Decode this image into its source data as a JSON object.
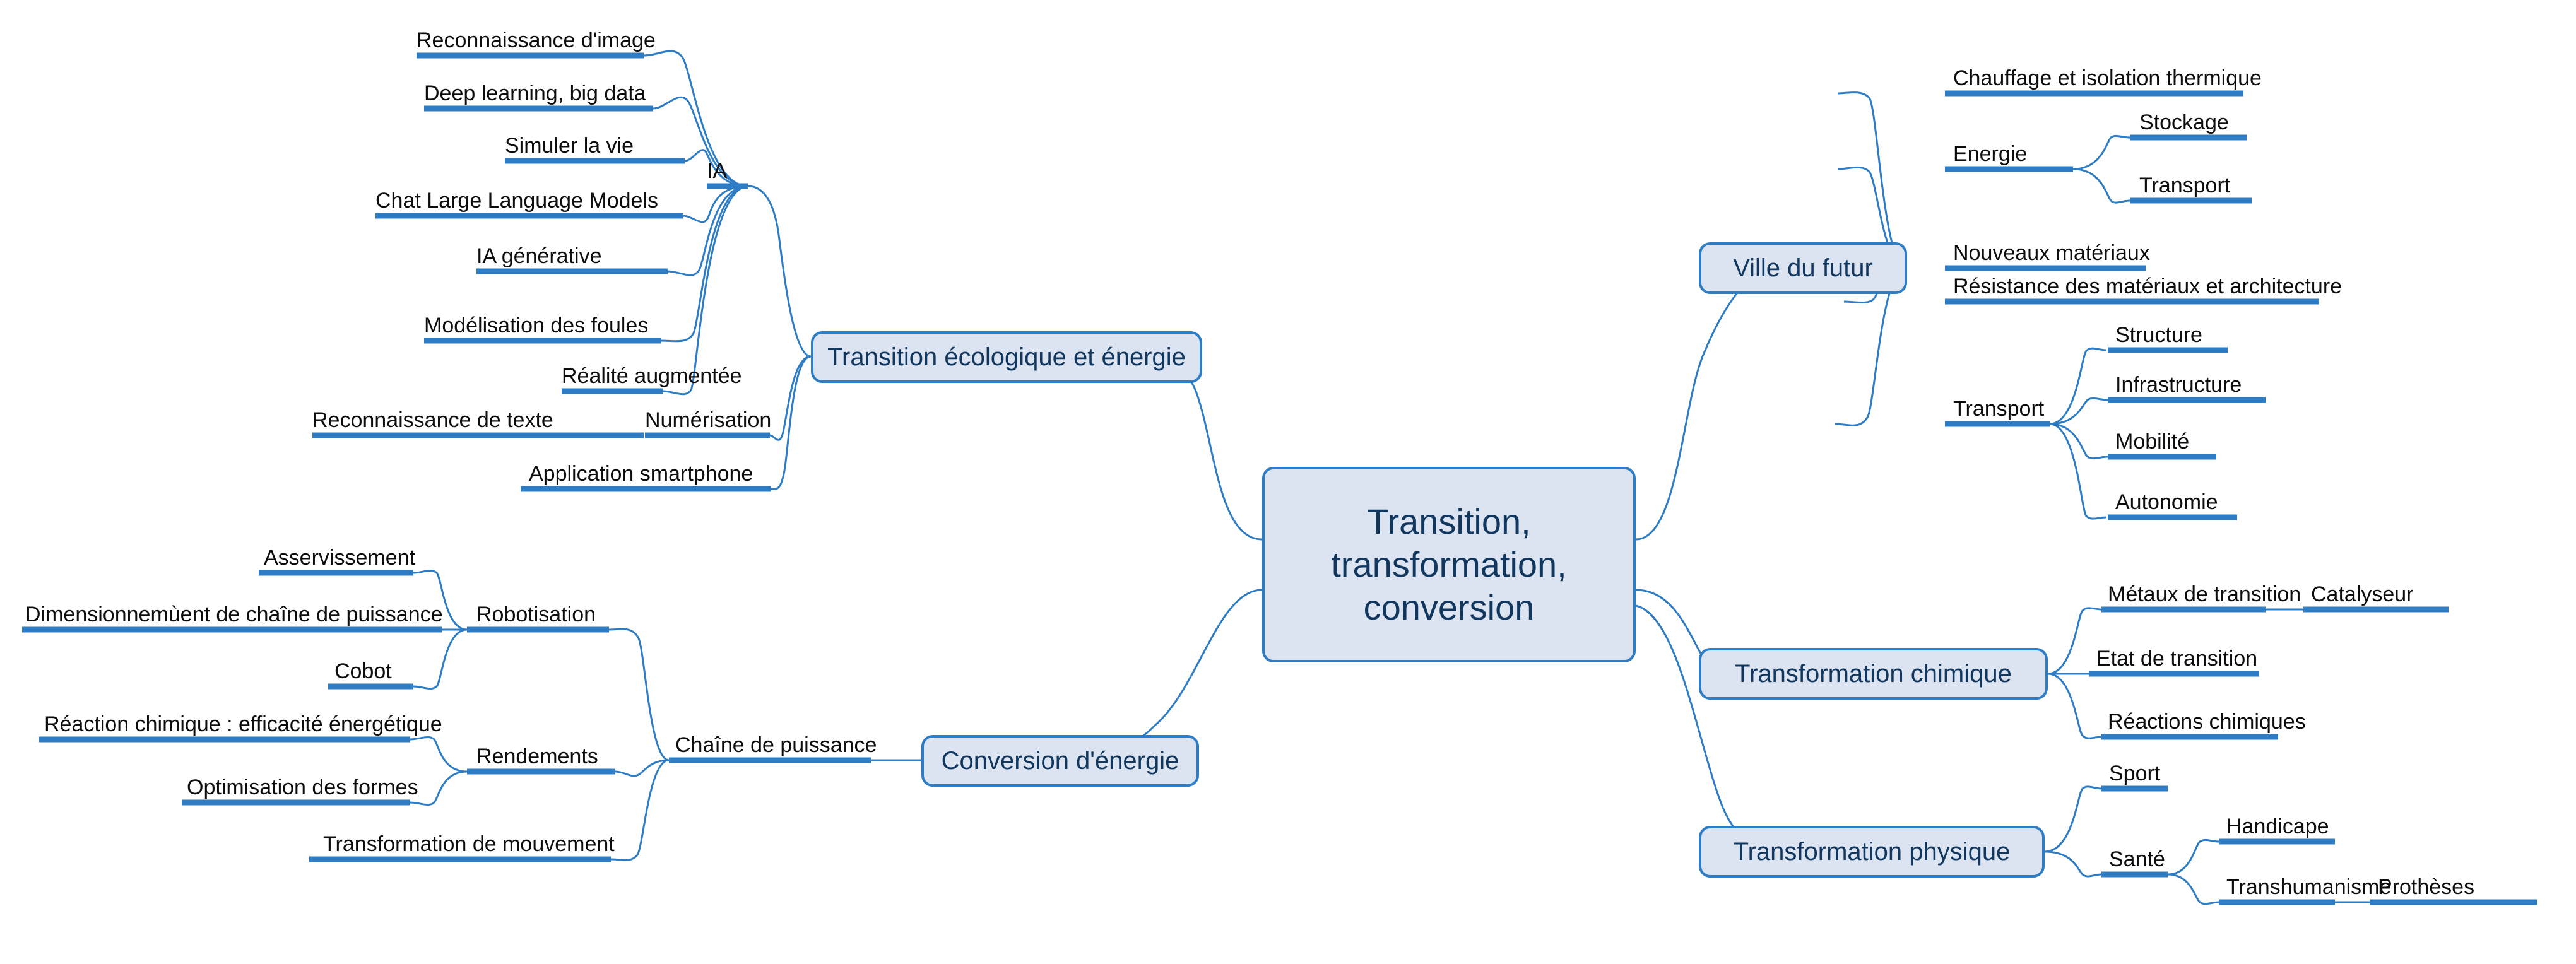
{
  "diagram": {
    "type": "mind-map",
    "title": "Transition, transformation, conversion",
    "colors": {
      "node_fill": "#dce4f1",
      "node_border": "#2e7cc4",
      "node_text": "#11375f",
      "branch_line": "#2e7cc4",
      "leaf_text": "#0d0d0d",
      "background": "#ffffff"
    }
  },
  "center": {
    "label": "Transition,\ntransformation,\nconversion"
  },
  "branches": {
    "transition_ecologique": {
      "label": "Transition écologique et énergie",
      "side": "left",
      "children": [
        {
          "label": "IA",
          "children": [
            {
              "label": "Reconnaissance d'image"
            },
            {
              "label": "Deep learning, big data"
            },
            {
              "label": "Simuler la vie"
            },
            {
              "label": "Chat Large Language Models"
            },
            {
              "label": "IA générative"
            },
            {
              "label": "Modélisation des foules"
            },
            {
              "label": "Réalité augmentée"
            }
          ]
        },
        {
          "label": "Numérisation",
          "children": [
            {
              "label": "Reconnaissance de texte"
            }
          ]
        },
        {
          "label": "Application smartphone"
        }
      ]
    },
    "conversion_energie": {
      "label": "Conversion d'énergie",
      "side": "left",
      "children": [
        {
          "label": "Chaîne de puissance",
          "children": [
            {
              "label": "Robotisation",
              "children": [
                {
                  "label": "Asservissement"
                },
                {
                  "label": "Dimensionnemùent de chaîne de puissance"
                },
                {
                  "label": "Cobot"
                }
              ]
            },
            {
              "label": "Rendements",
              "children": [
                {
                  "label": "Réaction chimique : efficacité énergétique"
                },
                {
                  "label": "Optimisation des formes"
                }
              ]
            },
            {
              "label": "Transformation de mouvement"
            }
          ]
        }
      ]
    },
    "ville_du_futur": {
      "label": "Ville du futur",
      "side": "right",
      "children": [
        {
          "label": "Chauffage et isolation thermique"
        },
        {
          "label": "Energie",
          "children": [
            {
              "label": "Stockage"
            },
            {
              "label": "Transport"
            }
          ]
        },
        {
          "label": "Nouveaux matériaux"
        },
        {
          "label": "Résistance des matériaux et architecture"
        },
        {
          "label": "Transport",
          "children": [
            {
              "label": "Structure"
            },
            {
              "label": "Infrastructure"
            },
            {
              "label": "Mobilité"
            },
            {
              "label": "Autonomie"
            }
          ]
        }
      ]
    },
    "transformation_chimique": {
      "label": "Transformation chimique",
      "side": "right",
      "children": [
        {
          "label": "Métaux de transition",
          "children": [
            {
              "label": "Catalyseur"
            }
          ]
        },
        {
          "label": "Etat de transition"
        },
        {
          "label": "Réactions chimiques"
        }
      ]
    },
    "transformation_physique": {
      "label": "Transformation physique",
      "side": "right",
      "children": [
        {
          "label": "Sport"
        },
        {
          "label": "Santé",
          "children": [
            {
              "label": "Handicape"
            },
            {
              "label": "Transhumanisme",
              "children": [
                {
                  "label": "Prothèses"
                }
              ]
            }
          ]
        }
      ]
    }
  }
}
